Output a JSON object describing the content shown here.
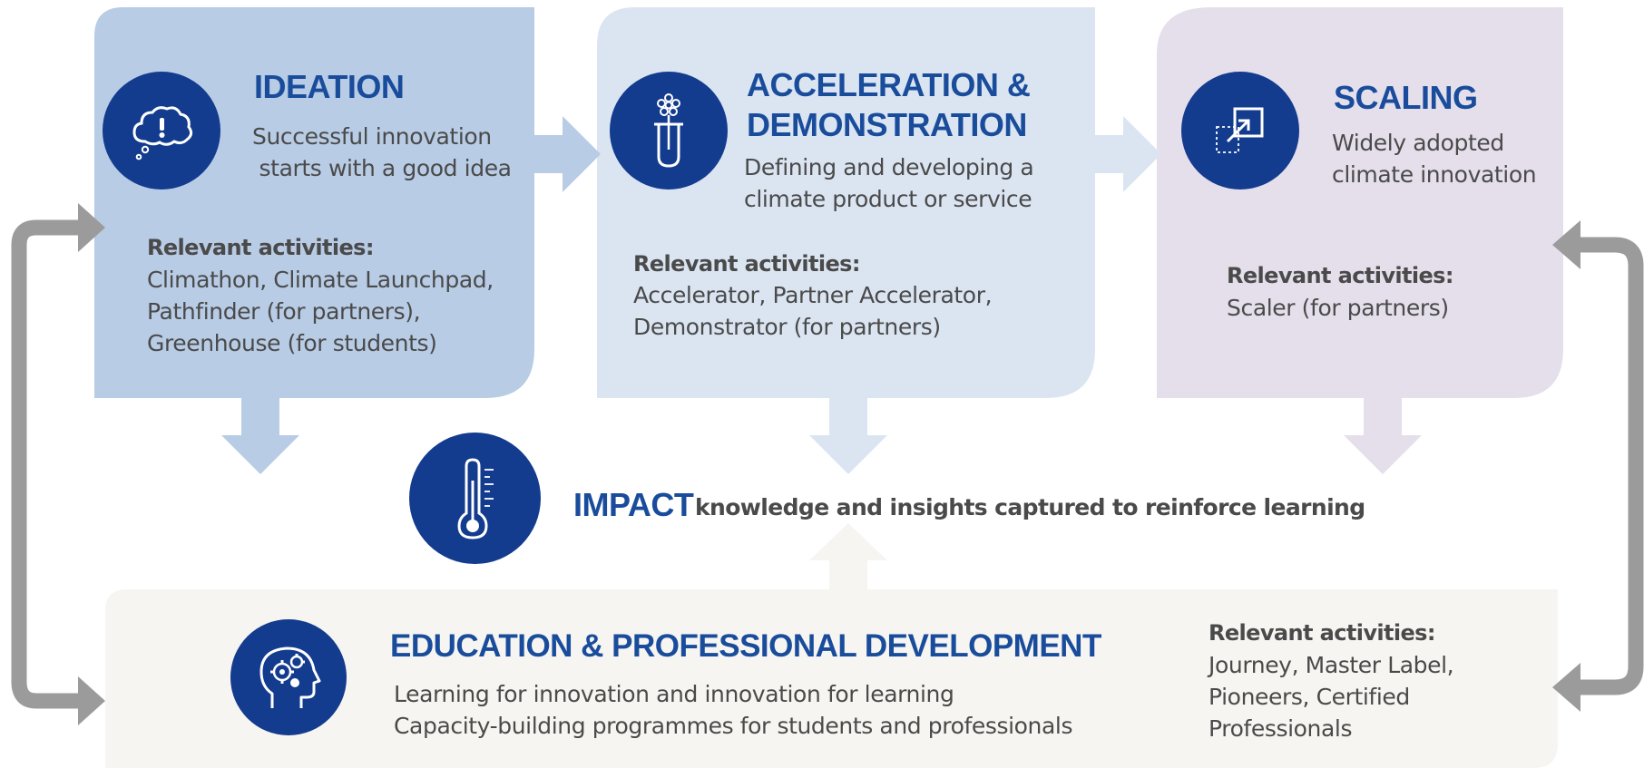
{
  "ideation": {
    "title": "IDEATION",
    "subtitle": [
      "Successful innovation",
      " starts with a good idea"
    ],
    "activities_heading": "Relevant activities:",
    "activities": [
      "Climathon, Climate Launchpad,",
      "Pathfinder (for partners),",
      "Greenhouse (for students)"
    ],
    "icon": "thought-cloud-exclamation-icon"
  },
  "acceleration": {
    "title": [
      "ACCELERATION &",
      "DEMONSTRATION"
    ],
    "subtitle": [
      "Defining and developing a",
      "climate product or service"
    ],
    "activities_heading": "Relevant activities:",
    "activities": [
      "Accelerator, Partner Accelerator,",
      "Demonstrator (for partners)"
    ],
    "icon": "test-tube-flower-icon"
  },
  "scaling": {
    "title": "SCALING",
    "subtitle": [
      "Widely adopted",
      "climate innovation"
    ],
    "activities_heading": "Relevant activities:",
    "activities": [
      "Scaler (for partners)"
    ],
    "icon": "expand-arrow-icon"
  },
  "impact": {
    "title": "IMPACT",
    "text": "knowledge and insights captured to reinforce learning",
    "icon": "thermometer-icon"
  },
  "education": {
    "title": "EDUCATION & PROFESSIONAL DEVELOPMENT",
    "lines": [
      "Learning for innovation and innovation for learning",
      "Capacity-building programmes for students and professionals"
    ],
    "activities_heading": "Relevant activities:",
    "activities": [
      "Journey, Master Label,",
      "Pioneers, Certified",
      "Professionals"
    ],
    "icon": "head-gears-icon"
  },
  "colors": {
    "ideation_box": "#b8cce5",
    "acceleration_box": "#dbe5f2",
    "scaling_box": "#e5dfec",
    "education_box": "#f6f5f1",
    "icon_circle": "#133b8e",
    "title_text": "#1a4c9c",
    "body_text": "#4a4a4a",
    "loop_arrows": "#9b9b9b"
  }
}
